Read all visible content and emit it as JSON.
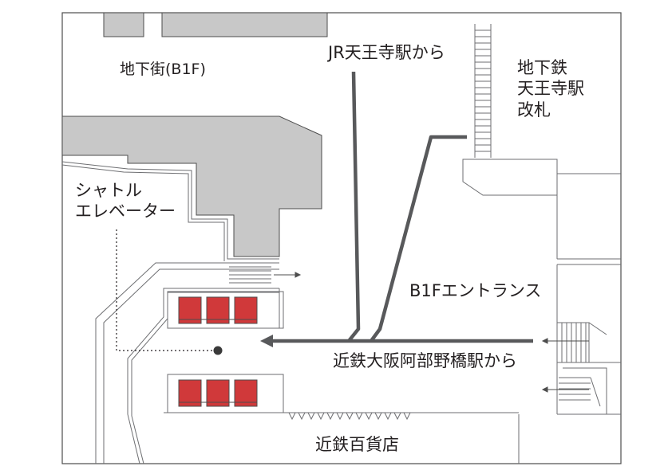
{
  "map": {
    "labels": {
      "underground_mall": "地下街(B1F)",
      "from_jr": "JR天王寺駅から",
      "subway_gate_line1": "地下鉄",
      "subway_gate_line2": "天王寺駅",
      "subway_gate_line3": "改札",
      "shuttle_line1": "シャトル",
      "shuttle_line2": "エレベーター",
      "b1f_entrance": "B1Fエントランス",
      "from_kintetsu": "近鉄大阪阿部野橋駅から",
      "kintetsu_dept": "近鉄百貨店"
    },
    "colors": {
      "building_fill": "#c8c8c8",
      "elevator_fill": "#d0393a",
      "route_line": "#58595b",
      "outline": "#4d4d4d"
    },
    "elevators": {
      "upper_count": 3,
      "lower_count": 3
    },
    "icons": [
      "route-arrow-icon",
      "direction-arrow-icon",
      "stairs-icon",
      "shuttle-stop-dot-icon"
    ]
  }
}
